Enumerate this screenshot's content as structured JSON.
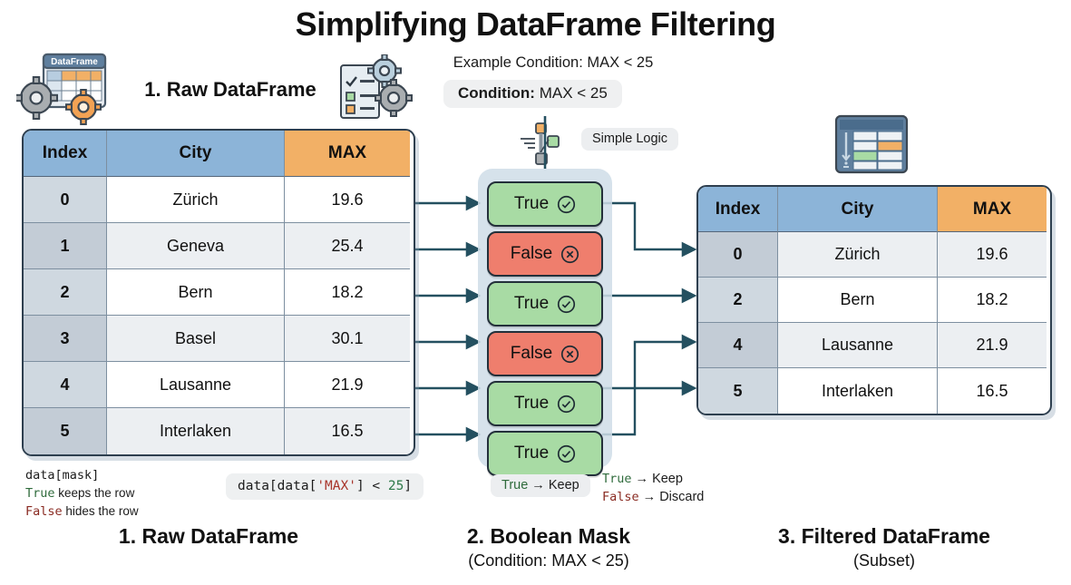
{
  "title": "Simplifying DataFrame Filtering",
  "header": {
    "step1_heading": "1. Raw DataFrame",
    "example_condition": "Example Condition: MAX < 25",
    "condition_key": "Condition:",
    "condition_value": " MAX < 25",
    "simple_logic": "Simple Logic"
  },
  "icons": {
    "dataframe_badge": "DataFrame"
  },
  "raw_table": {
    "columns": [
      "Index",
      "City",
      "MAX"
    ],
    "rows": [
      {
        "index": "0",
        "city": "Zürich",
        "max": "19.6"
      },
      {
        "index": "1",
        "city": "Geneva",
        "max": "25.4"
      },
      {
        "index": "2",
        "city": "Bern",
        "max": "18.2"
      },
      {
        "index": "3",
        "city": "Basel",
        "max": "30.1"
      },
      {
        "index": "4",
        "city": "Lausanne",
        "max": "21.9"
      },
      {
        "index": "5",
        "city": "Interlaken",
        "max": "16.5"
      }
    ]
  },
  "mask": {
    "values": [
      "True",
      "False",
      "True",
      "False",
      "True",
      "True"
    ]
  },
  "filtered_table": {
    "columns": [
      "Index",
      "City",
      "MAX"
    ],
    "rows": [
      {
        "index": "0",
        "city": "Zürich",
        "max": "19.6"
      },
      {
        "index": "2",
        "city": "Bern",
        "max": "18.2"
      },
      {
        "index": "4",
        "city": "Lausanne",
        "max": "21.9"
      },
      {
        "index": "5",
        "city": "Interlaken",
        "max": "16.5"
      }
    ]
  },
  "notes": {
    "data_mask": "data[mask]",
    "true_word": "True",
    "true_keeps": " keeps the row",
    "false_word": "False",
    "false_hides": " hides the row",
    "code_a": "data[data[",
    "code_str": "'MAX'",
    "code_b": "] < ",
    "code_num": "25",
    "code_c": "]",
    "keep_chip_true": "True",
    "keep_chip_rest": " → Keep",
    "legend_true": "True",
    "legend_true_rest": " → Keep",
    "legend_false": "False",
    "legend_false_rest": " → Discard"
  },
  "captions": {
    "one_main": "1. Raw DataFrame",
    "one_sub": "",
    "two_main": "2. Boolean Mask",
    "two_sub": "(Condition: MAX < 25)",
    "three_main": "3. Filtered DataFrame",
    "three_sub": "(Subset)"
  },
  "colors": {
    "header_blue": "#8cb4d8",
    "header_orange": "#f2b066",
    "index_grey": "#cfd8e0",
    "true_green": "#a8dba4",
    "false_red": "#ef7e6d",
    "wire": "#245060",
    "border": "#2e3f4f"
  },
  "chart_data": {
    "type": "table",
    "title": "Simplifying DataFrame Filtering",
    "condition": "MAX < 25",
    "source_columns": [
      "Index",
      "City",
      "MAX"
    ],
    "source_rows": [
      [
        "0",
        "Zürich",
        19.6
      ],
      [
        "1",
        "Geneva",
        25.4
      ],
      [
        "2",
        "Bern",
        18.2
      ],
      [
        "3",
        "Basel",
        30.1
      ],
      [
        "4",
        "Lausanne",
        21.9
      ],
      [
        "5",
        "Interlaken",
        16.5
      ]
    ],
    "mask": [
      true,
      false,
      true,
      false,
      true,
      true
    ],
    "result_rows": [
      [
        "0",
        "Zürich",
        19.6
      ],
      [
        "2",
        "Bern",
        18.2
      ],
      [
        "4",
        "Lausanne",
        21.9
      ],
      [
        "5",
        "Interlaken",
        16.5
      ]
    ]
  }
}
